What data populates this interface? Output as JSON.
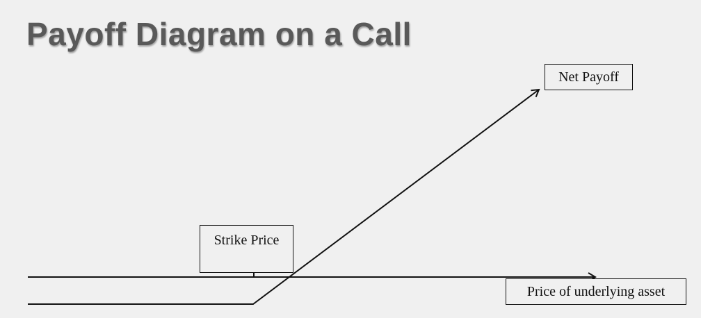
{
  "title": "Payoff Diagram on a Call",
  "labels": {
    "net_payoff": "Net Payoff",
    "strike_price": "Strike Price",
    "underlying_price": "Price of underlying asset"
  },
  "colors": {
    "background": "#f0f0f0",
    "title": "#595959",
    "line": "#111111"
  }
}
